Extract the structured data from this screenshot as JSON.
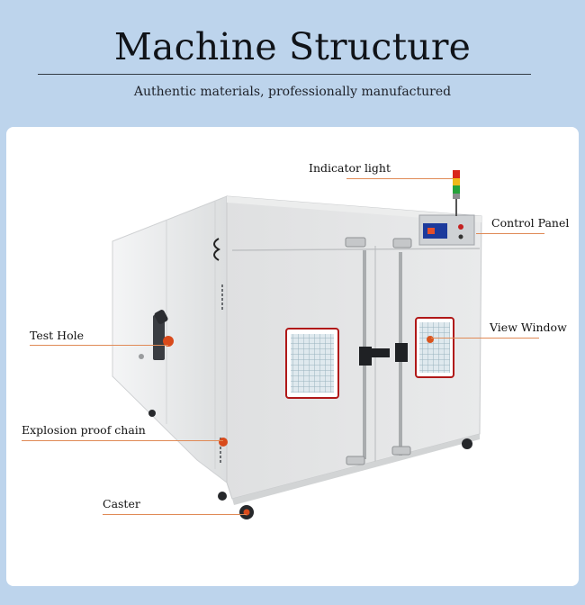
{
  "header": {
    "title": "Machine Structure",
    "subtitle": "Authentic materials, professionally manufactured"
  },
  "colors": {
    "page_background": "#bdd4ec",
    "card_background": "#ffffff",
    "leader_line": "#e08a56",
    "chamber_body": "#e8e8e8",
    "window_frame": "#b01818"
  },
  "callouts": {
    "indicator_light": "Indicator light",
    "control_panel": "Control Panel",
    "test_hole": "Test Hole",
    "view_window": "View Window",
    "explosion_proof_chain": "Explosion proof chain",
    "caster": "Caster"
  }
}
